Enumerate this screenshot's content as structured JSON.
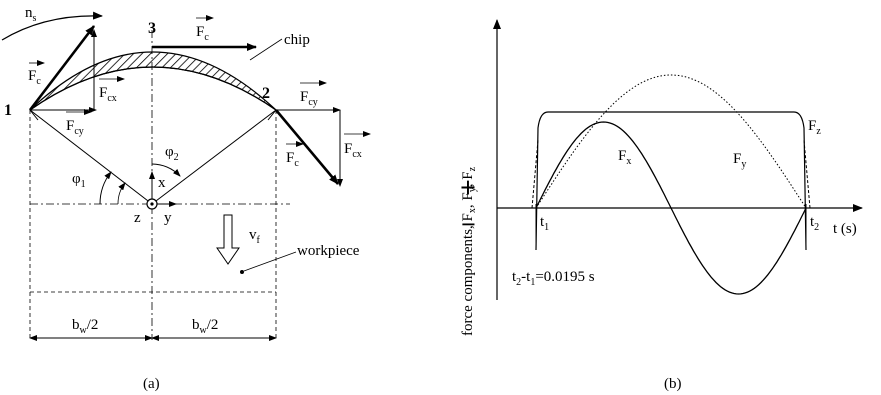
{
  "panel_a": {
    "caption": "(a)",
    "points": {
      "p1": "1",
      "p2": "2",
      "p3": "3"
    },
    "labels": {
      "chip": "chip",
      "workpiece": "workpiece",
      "ns_main": "n",
      "ns_sub": "s",
      "vf_main": "v",
      "vf_sub": "f",
      "phi1_main": "φ",
      "phi1_sub": "1",
      "phi2_main": "φ",
      "phi2_sub": "2",
      "x": "x",
      "y": "y",
      "z": "z",
      "bw_left_main": "b",
      "bw_left_sub": "w",
      "bw_left_tail": "/2",
      "bw_right_main": "b",
      "bw_right_sub": "w",
      "bw_right_tail": "/2"
    },
    "forces": {
      "fc_left": {
        "main": "F",
        "sub": "c"
      },
      "fcx_left": {
        "main": "F",
        "sub": "cx"
      },
      "fcy_left": {
        "main": "F",
        "sub": "cy"
      },
      "fc_top": {
        "main": "F",
        "sub": "c"
      },
      "fcy_right": {
        "main": "F",
        "sub": "cy"
      },
      "fcx_right": {
        "main": "F",
        "sub": "cx"
      },
      "fc_right": {
        "main": "F",
        "sub": "c"
      }
    }
  },
  "panel_b": {
    "caption": "(b)",
    "y_axis_label": {
      "a": "force components, F",
      "a_sub": "x",
      "b": ", F",
      "b_sub": "y",
      "c": ", F",
      "c_sub": "z"
    },
    "x_axis_label": "t (s)",
    "plus_sign": "+",
    "minus_sign": "−",
    "t1": {
      "main": "t",
      "sub": "1"
    },
    "t2": {
      "main": "t",
      "sub": "2"
    },
    "duration": {
      "a": "t",
      "a_sub": "2",
      "b": "-t",
      "b_sub": "1",
      "c": "=0.0195 s"
    },
    "curves": {
      "fx": {
        "main": "F",
        "sub": "x"
      },
      "fy": {
        "main": "F",
        "sub": "y"
      },
      "fz": {
        "main": "F",
        "sub": "z"
      }
    }
  }
}
